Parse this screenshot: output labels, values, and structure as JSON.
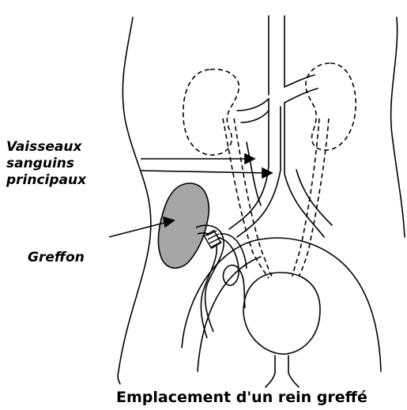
{
  "labels": {
    "vessels": [
      "Vaisseaux",
      "sanguins",
      "principaux"
    ],
    "graft": "Greffon",
    "caption": "Emplacement d'un rein greffé"
  },
  "colors": {
    "ink": "#000000",
    "graft_fill": "#a6a6a6",
    "background": "#ffffff"
  }
}
